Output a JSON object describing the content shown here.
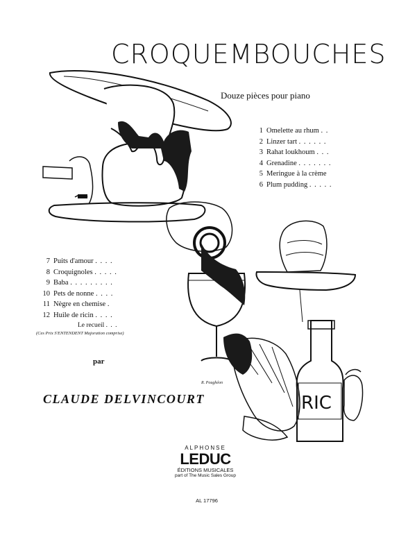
{
  "title": "CROQUEMBOUCHES",
  "subtitle": "Douze pièces pour piano",
  "pieces_right": [
    {
      "num": "1",
      "title": "Omelette au rhum",
      "dots": ". ."
    },
    {
      "num": "2",
      "title": "Linzer tart",
      "dots": ". . . . . ."
    },
    {
      "num": "3",
      "title": "Rahat loukhoum",
      "dots": ". . ."
    },
    {
      "num": "4",
      "title": "Grenadine",
      "dots": ". . . . . . ."
    },
    {
      "num": "5",
      "title": "Meringue à la crème",
      "dots": ""
    },
    {
      "num": "6",
      "title": "Plum pudding",
      "dots": ". . . . ."
    }
  ],
  "pieces_left": [
    {
      "num": "7",
      "title": "Puits d'amour",
      "dots": ". . . ."
    },
    {
      "num": "8",
      "title": "Croquignoles",
      "dots": ". . . . ."
    },
    {
      "num": "9",
      "title": "Baba",
      "dots": ". . . . . . . . ."
    },
    {
      "num": "10",
      "title": "Pets de nonne",
      "dots": ". . . ."
    },
    {
      "num": "11",
      "title": "Nègre en chemise",
      "dots": "."
    },
    {
      "num": "12",
      "title": "Huile de ricin",
      "dots": ". . . ."
    },
    {
      "num": "",
      "title": "Le recueil",
      "dots": ". . ."
    }
  ],
  "prices_note": "(Ces Prix S'ENTENDENT Majoration comprise)",
  "par": "par",
  "composer": "CLAUDE DELVINCOURT",
  "illustrator_signature": "R. Poughéon",
  "bottle_label": "RIC",
  "publisher": {
    "name": "ALPHONSE",
    "brand": "LEDUC",
    "editions": "ÉDITIONS MUSICALES",
    "group": "part of The Music Sales Group"
  },
  "catalog_number": "AL 17796"
}
